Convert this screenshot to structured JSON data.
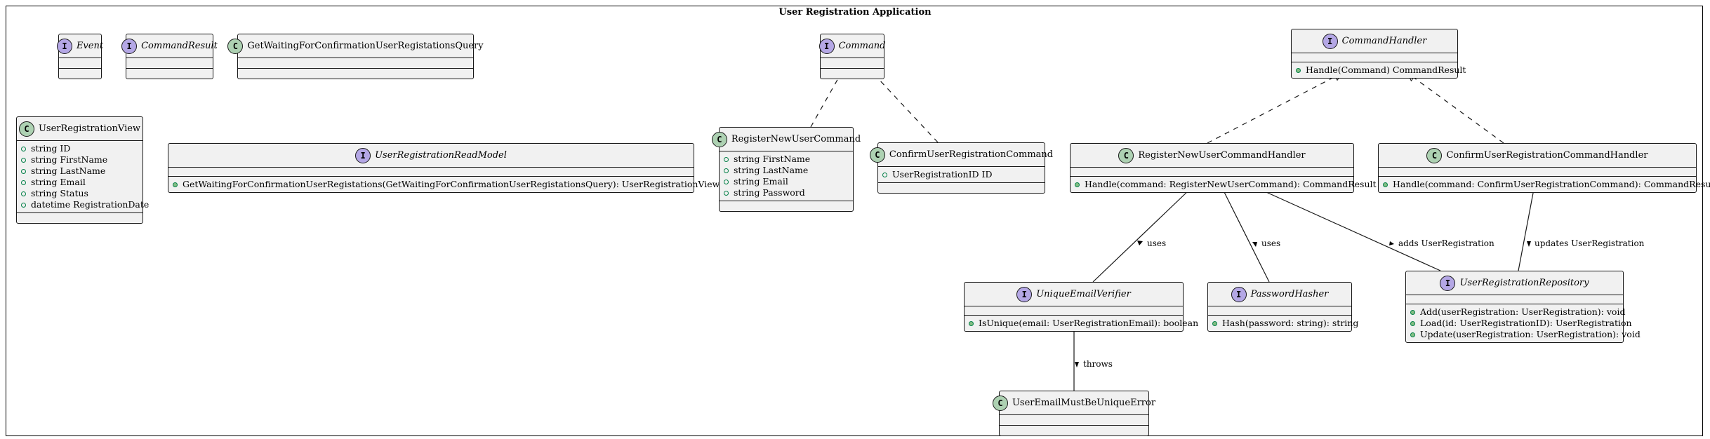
{
  "diagram": {
    "title": "User Registration Application",
    "classes": {
      "event": {
        "stereotype": "I",
        "name": "Event",
        "members": []
      },
      "command_result": {
        "stereotype": "I",
        "name": "CommandResult",
        "members": []
      },
      "get_waiting_query": {
        "stereotype": "C",
        "name": "GetWaitingForConfirmationUserRegistationsQuery",
        "members": []
      },
      "command": {
        "stereotype": "I",
        "name": "Command",
        "members": []
      },
      "command_handler": {
        "stereotype": "I",
        "name": "CommandHandler",
        "members": [
          "Handle(Command) CommandResult"
        ]
      },
      "user_registration_view": {
        "stereotype": "C",
        "name": "UserRegistrationView",
        "members": [
          "string ID",
          "string FirstName",
          "string LastName",
          "string Email",
          "string Status",
          "datetime RegistrationDate"
        ]
      },
      "read_model": {
        "stereotype": "I",
        "name": "UserRegistrationReadModel",
        "members": [
          "GetWaitingForConfirmationUserRegistations(GetWaitingForConfirmationUserRegistationsQuery): UserRegistrationView[]"
        ]
      },
      "register_new_user_command": {
        "stereotype": "C",
        "name": "RegisterNewUserCommand",
        "members": [
          "string FirstName",
          "string LastName",
          "string Email",
          "string Password"
        ]
      },
      "confirm_command": {
        "stereotype": "C",
        "name": "ConfirmUserRegistrationCommand",
        "members": [
          "UserRegistrationID ID"
        ]
      },
      "register_handler": {
        "stereotype": "C",
        "name": "RegisterNewUserCommandHandler",
        "members": [
          "Handle(command: RegisterNewUserCommand): CommandResult"
        ]
      },
      "confirm_handler": {
        "stereotype": "C",
        "name": "ConfirmUserRegistrationCommandHandler",
        "members": [
          "Handle(command: ConfirmUserRegistrationCommand): CommandResult"
        ]
      },
      "unique_email_verifier": {
        "stereotype": "I",
        "name": "UniqueEmailVerifier",
        "members": [
          "IsUnique(email: UserRegistrationEmail): boolean"
        ]
      },
      "password_hasher": {
        "stereotype": "I",
        "name": "PasswordHasher",
        "members": [
          "Hash(password: string): string"
        ]
      },
      "repository": {
        "stereotype": "I",
        "name": "UserRegistrationRepository",
        "members": [
          "Add(userRegistration: UserRegistration): void",
          "Load(id: UserRegistrationID): UserRegistration",
          "Update(userRegistration: UserRegistration): void"
        ]
      },
      "email_error": {
        "stereotype": "C",
        "name": "UserEmailMustBeUniqueError",
        "members": []
      }
    },
    "edges": {
      "uses_1": "uses",
      "uses_2": "uses",
      "adds": "adds UserRegistration",
      "updates": "updates UserRegistration",
      "throws": "throws"
    }
  }
}
